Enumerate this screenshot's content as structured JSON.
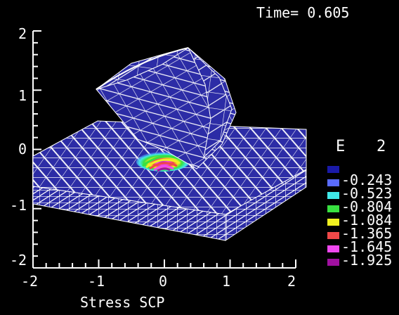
{
  "time_label": "Time= 0.605",
  "x_axis": {
    "label": "Stress SCP",
    "ticks": [
      "-2",
      "-1",
      "0",
      "1",
      "2"
    ]
  },
  "y_axis": {
    "ticks": [
      "2",
      "1",
      "0",
      "-1",
      "-2"
    ]
  },
  "legend": {
    "title_left": "E",
    "title_right": "2",
    "entries": [
      {
        "color": "#1a1aa8",
        "label": ""
      },
      {
        "color": "#5a6cff",
        "label": "-0.243"
      },
      {
        "color": "#40e8e8",
        "label": "-0.523"
      },
      {
        "color": "#38e040",
        "label": "-0.804"
      },
      {
        "color": "#f0f020",
        "label": "-1.084"
      },
      {
        "color": "#f04848",
        "label": "-1.365"
      },
      {
        "color": "#f048f0",
        "label": "-1.645"
      },
      {
        "color": "#a010a0",
        "label": "-1.925"
      }
    ]
  },
  "colors": {
    "background": "#000000",
    "mesh_fill": "#2c2ca6",
    "mesh_line": "#ffffff"
  }
}
